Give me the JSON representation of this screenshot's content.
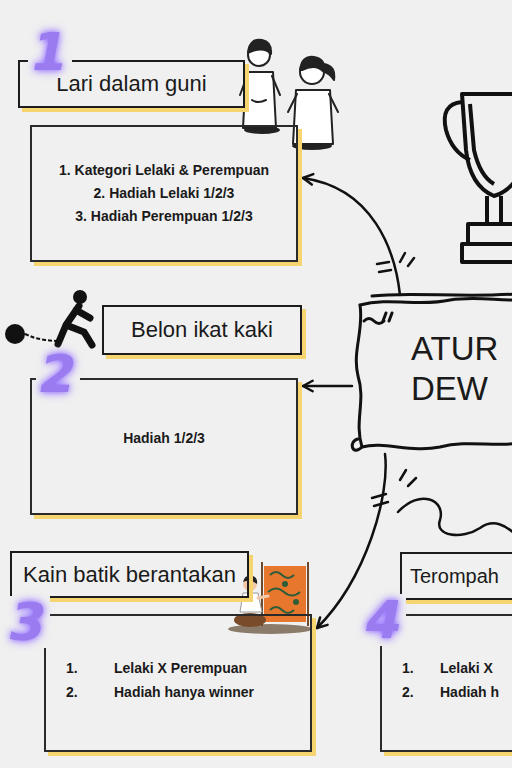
{
  "diagram": {
    "nodes": [
      {
        "text": [
          "Lari dalam guni"
        ]
      },
      {
        "text": [
          "1. Kategori Lelaki & Perempuan",
          "2. Hadiah Lelaki 1/2/3",
          "3. Hadiah Perempuan 1/2/3"
        ]
      },
      {
        "text": [
          "ATUR DEW"
        ]
      },
      {
        "text": [
          "Belon ikat kaki"
        ]
      },
      {
        "text": [
          "Hadiah 1/2/3"
        ]
      },
      {
        "text": [
          "Kain batik berantakan"
        ]
      },
      {
        "text": [
          "1.",
          "Lelaki X Perempuan",
          "2.",
          "Hadiah hanya winner"
        ]
      },
      {
        "text": [
          "Terompah"
        ]
      },
      {
        "text": [
          "1.",
          "Lelaki X",
          "2.",
          "Hadiah h"
        ]
      }
    ],
    "edges": [
      {
        "from": 2,
        "to": 1,
        "arrow": "to"
      },
      {
        "from": 2,
        "to": 4,
        "arrow": "to"
      },
      {
        "from": 2,
        "to": 6,
        "arrow": "to"
      }
    ],
    "labels": [
      "1",
      "2",
      "3",
      "4"
    ]
  }
}
